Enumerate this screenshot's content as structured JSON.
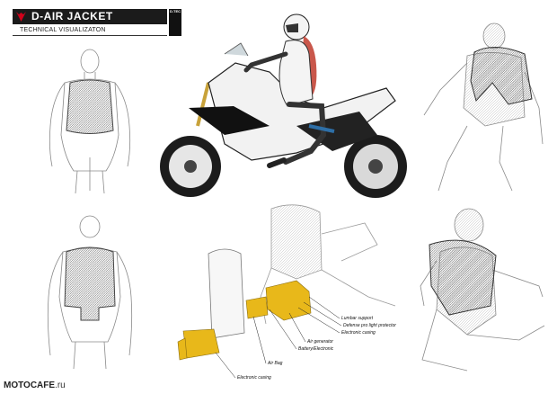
{
  "header": {
    "title": "D-AIR JACKET",
    "subtitle": "TECHNICAL VISUALIZATON",
    "brand_text": "D.TEC",
    "brand_color": "#1b1b1b",
    "logo_icon": "dainese-devil-logo"
  },
  "callouts": {
    "lumbar_support": "Lumbar support",
    "defense_back": "Defense pro light protector",
    "electronic_casing_1": "Electronic casing",
    "air_generator": "Air generator",
    "battery": "Battery/Electronic",
    "airbag": "Air Bag",
    "electronic_casing_2": "Electronic casing"
  },
  "watermark": {
    "site": "MOTOCAFE",
    "suffix": ".ru"
  },
  "colors": {
    "component_yellow": "#e8b81a",
    "airbag_red": "#c0392b",
    "sketch_gray": "#8a8a8a"
  }
}
